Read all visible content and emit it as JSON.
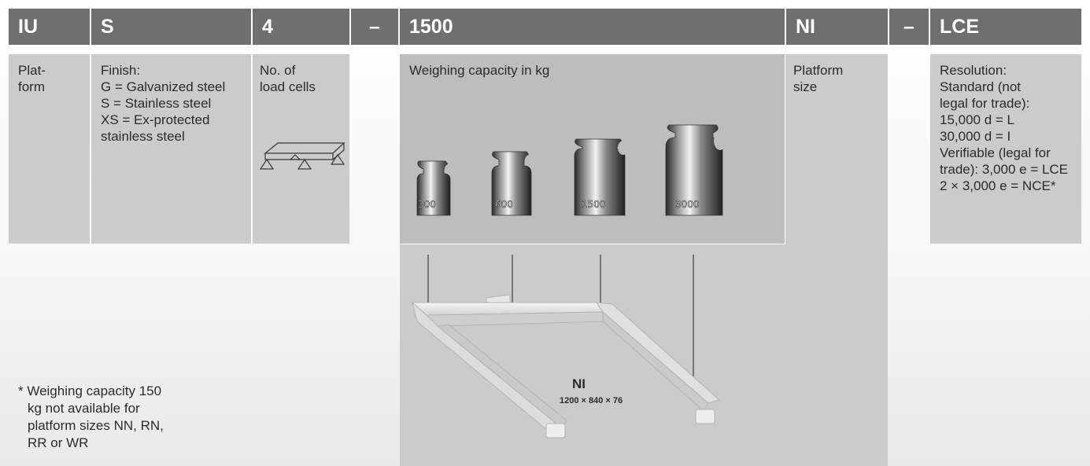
{
  "header": {
    "codes": [
      "IU",
      "S",
      "4",
      "1500",
      "NI",
      "LCE"
    ],
    "separators": [
      "–",
      "–"
    ]
  },
  "columns": {
    "platform": [
      "Plat-",
      "form"
    ],
    "finish": [
      "Finish:",
      "G = Galvanized steel",
      "S = Stainless steel",
      "XS = Ex-protected",
      "stainless steel"
    ],
    "load_cells": [
      "No. of",
      "load cells"
    ],
    "capacity": "Weighing capacity in kg",
    "platform_size": [
      "Platform",
      "size"
    ],
    "resolution": [
      "Resolution:",
      "Standard (not",
      "legal for trade):",
      "15,000 d = L",
      "30,000 d = I",
      "Verifiable (legal for",
      "trade): 3,000 e = LCE",
      "2 × 3,000 e = NCE*"
    ]
  },
  "weights": [
    "300",
    "600",
    "1500",
    "3000"
  ],
  "platform_frame": {
    "name": "NI",
    "dimensions": "1200 × 840 × 76"
  },
  "footnote": [
    "* Weighing capacity 150",
    "kg not available for",
    "platform sizes NN, RN,",
    "RR or WR"
  ],
  "colors": {
    "header_bg": "#6f6f6f",
    "cell_bg": "#cbcbcb",
    "text": "#2b2b2b"
  }
}
